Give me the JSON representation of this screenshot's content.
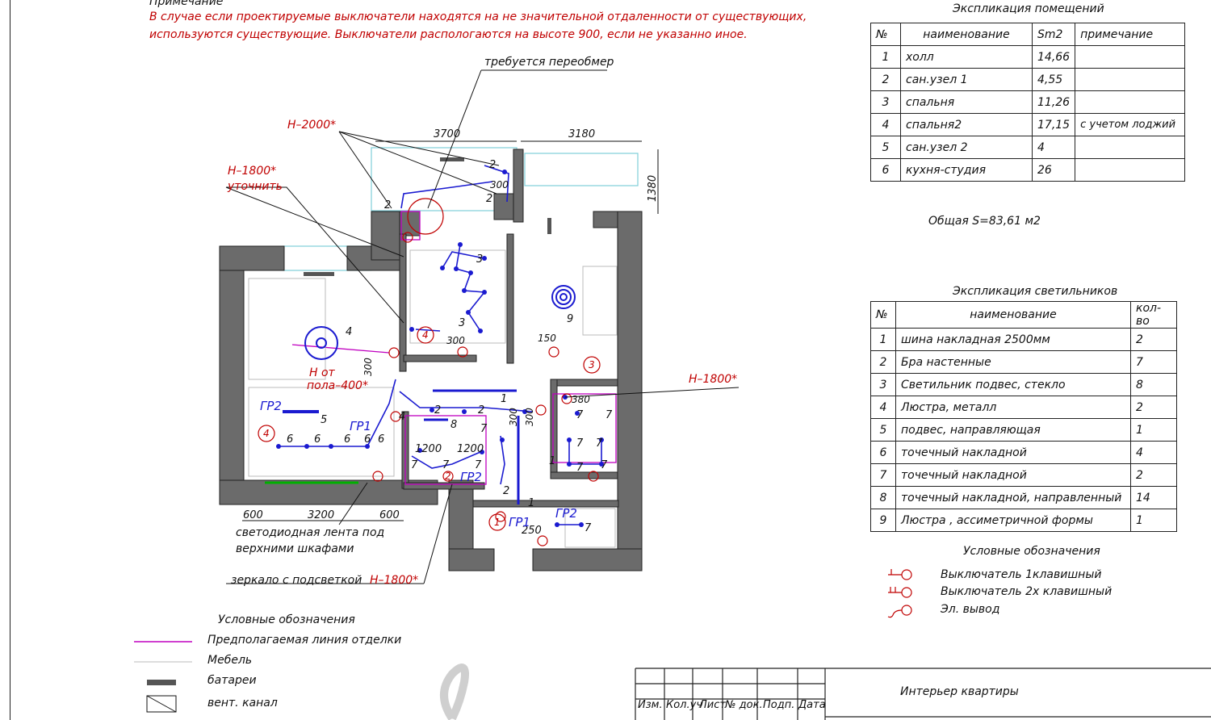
{
  "notes": {
    "title": "Примечание",
    "line1": "В случае если проектируемые выключатели находятся на не значительной отдаленности от существующих,",
    "line2": "используются существующие. Выключатели распологаются на высоте 900, если не указанно иное."
  },
  "plan_labels": {
    "reobmer": "требуется переобмер",
    "h2000": "Н–2000*",
    "h1800_a": "Н–1800*",
    "utochnit": "уточнить",
    "h1800_b": "Н–1800*",
    "h_floor_1": "Н от",
    "h_floor_2": "пола–400*",
    "dim_3700": "3700",
    "dim_3180": "3180",
    "dim_1380": "1380",
    "dim_600a": "600",
    "dim_3200": "3200",
    "dim_600b": "600",
    "dim_300a": "300",
    "dim_300b": "300",
    "dim_150": "150",
    "dim_300c": "300",
    "dim_380": "380",
    "dim_300d": "300",
    "dim_300e": "300",
    "dim_1200a": "1200",
    "dim_1200b": "1200",
    "dim_250": "250",
    "gr2_a": "ГР2",
    "gr1_a": "ГР1",
    "gr1_b": "ГР1",
    "gr2_b": "ГР2",
    "gr2_c": "ГР2",
    "led_1": "светодиодная лента под",
    "led_2": "верхними шкафами",
    "mirror": "зеркало с подсветкой",
    "h1800_c": "Н–1800*",
    "room_1": "1",
    "room_2": "2",
    "room_3": "3",
    "room_4a": "4",
    "room_4b": "4"
  },
  "fixture_numbers": [
    "2",
    "2",
    "2",
    "3",
    "3",
    "4",
    "9",
    "5",
    "6",
    "6",
    "6",
    "6",
    "6",
    "2",
    "8",
    "7",
    "7",
    "7",
    "7",
    "7",
    "7",
    "7",
    "7",
    "1",
    "1",
    "2",
    "2",
    "7",
    "7",
    "1",
    "7",
    "4"
  ],
  "rooms_table": {
    "title": "Экспликация помещений",
    "headers": [
      "№",
      "наименование",
      "Sm2",
      "примечание"
    ],
    "rows": [
      [
        "1",
        "холл",
        "14,66",
        ""
      ],
      [
        "2",
        "сан.узел 1",
        "4,55",
        ""
      ],
      [
        "3",
        "спальня",
        "11,26",
        ""
      ],
      [
        "4",
        "спальня2",
        "17,15",
        "с учетом лоджий"
      ],
      [
        "5",
        "сан.узел 2",
        "4",
        ""
      ],
      [
        "6",
        "кухня-студия",
        "26",
        ""
      ]
    ],
    "total": "Общая S=83,61 м2"
  },
  "fixtures_table": {
    "title": "Экспликация светильников",
    "headers": [
      "№",
      "наименование",
      "кол-во"
    ],
    "rows": [
      [
        "1",
        "шина накладная 2500мм",
        "2"
      ],
      [
        "2",
        "Бра настенные",
        "7"
      ],
      [
        "3",
        "Светильник подвес, стекло",
        "8"
      ],
      [
        "4",
        "Люстра, металл",
        "2"
      ],
      [
        "5",
        "подвес, направляющая",
        "1"
      ],
      [
        "6",
        "точечный накладной",
        "4"
      ],
      [
        "7",
        "точечный накладной",
        "2"
      ],
      [
        "8",
        "точечный накладной, направленный",
        "14"
      ],
      [
        "9",
        "Люстра , ассиметричной формы",
        "1"
      ]
    ]
  },
  "legend_right": {
    "title": "Условные обозначения",
    "items": [
      "Выключатель 1клавишный",
      "Выключатель 2х клавишный",
      "Эл. вывод"
    ]
  },
  "legend_left": {
    "title": "Условные обозначения",
    "items": [
      "Предполагаемая линия отделки",
      "Мебель",
      "батареи",
      "вент. канал"
    ]
  },
  "title_block": {
    "project": "Интерьер квартиры",
    "cols": [
      "Изм.",
      "Кол.уч",
      "Лист",
      "№ док.",
      "Подп.",
      "Дата"
    ]
  },
  "colors": {
    "wall": "#6b6b6b",
    "wiring": "#1a1ad0",
    "annotation": "#c00000",
    "finish_line": "#c000c0",
    "led_strip": "#00b000"
  }
}
